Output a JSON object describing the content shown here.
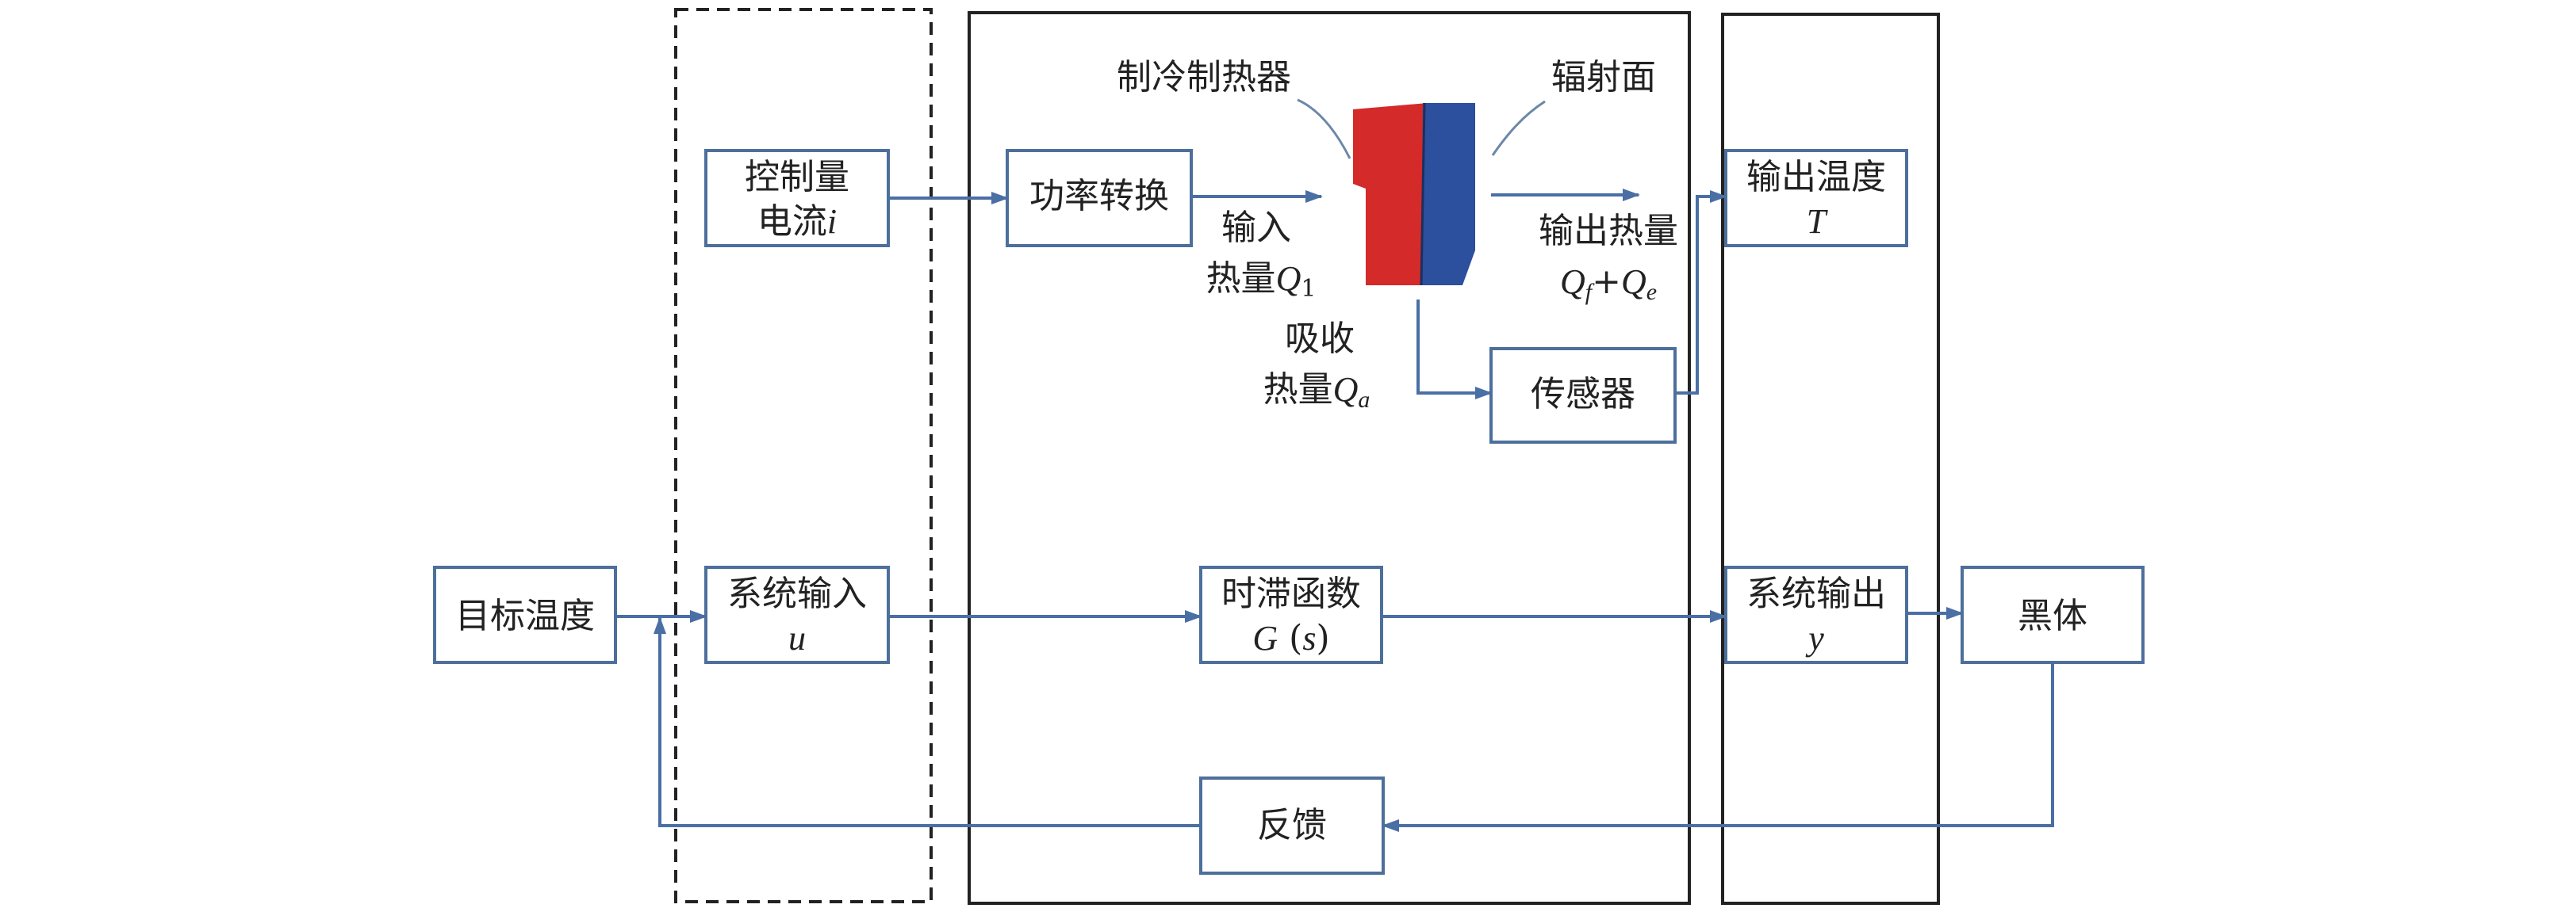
{
  "colors": {
    "wire": "#4a6fa5",
    "box_border": "#4d6f9b",
    "frame": "#222222",
    "device_red": "#d42a2a",
    "device_blue": "#2c4f9e"
  },
  "blocks": {
    "target_temp": "目标温度",
    "control": {
      "line1": "控制量",
      "line2_text": "电流",
      "line2_var": "i"
    },
    "system_input": {
      "line1": "系统输入",
      "var": "u"
    },
    "power_convert": "功率转换",
    "delay": {
      "line1": "时滞函数",
      "var_g": "G",
      "var_s": "s"
    },
    "sensor": "传感器",
    "output_temp": {
      "line1": "输出温度",
      "var": "T"
    },
    "system_output": {
      "line1": "系统输出",
      "var": "y"
    },
    "blackbody": "黑体",
    "feedback": "反馈"
  },
  "labels": {
    "cooler_heater": "制冷制热器",
    "radiation_surface": "辐射面",
    "input_heat": {
      "line1": "输入",
      "line2_text": "热量",
      "var": "Q",
      "sub": "1"
    },
    "output_heat": {
      "line1": "输出热量",
      "var1": "Q",
      "sub1": "f",
      "plus": "+",
      "var2": "Q",
      "sub2": "e"
    },
    "absorb_heat": {
      "line1": "吸收",
      "line2_text": "热量",
      "var": "Q",
      "sub": "a"
    }
  }
}
